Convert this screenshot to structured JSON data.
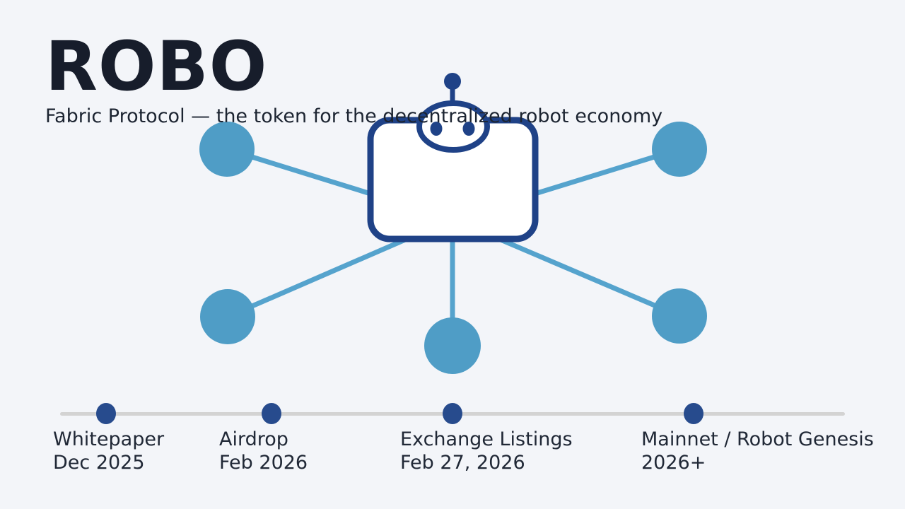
{
  "colors": {
    "background": "#f3f5f9",
    "title_text": "#171d2b",
    "subtitle_text": "#1c2431",
    "label_text": "#202836",
    "robot_navy": "#1f4287",
    "robot_body_fill": "#ffffff",
    "node_blue": "#4f9dc6",
    "spoke_blue": "#55a3cd",
    "timeline_line": "#d3d3d3",
    "timeline_dot": "#274b8d"
  },
  "header": {
    "title": "ROBO",
    "subtitle": "Fabric Protocol — the token for the decentralized robot economy"
  },
  "network": {
    "icon": "robot-icon",
    "node_icon": "network-node-icon",
    "node_count": 5
  },
  "timeline": {
    "milestones": [
      {
        "label": "Whitepaper",
        "date": "Dec 2025"
      },
      {
        "label": "Airdrop",
        "date": "Feb 2026"
      },
      {
        "label": "Exchange Listings",
        "date": "Feb 27, 2026"
      },
      {
        "label": "Mainnet / Robot Genesis",
        "date": "2026+"
      }
    ]
  }
}
